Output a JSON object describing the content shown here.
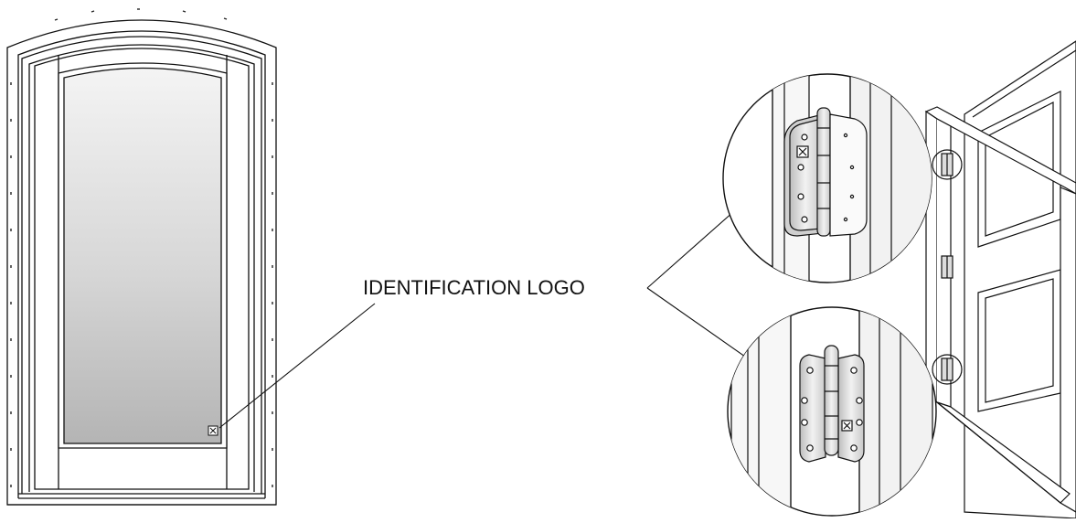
{
  "callout": {
    "label": "IDENTIFICATION LOGO"
  },
  "colors": {
    "line": "#111111",
    "glass_top": "#f2f2f2",
    "glass_bottom": "#b8b8b8",
    "hinge_fill": "#dcdcdc",
    "background": "#ffffff"
  },
  "figures": {
    "left": "arched-door-front-view",
    "right": "open-door-hinge-view",
    "details": [
      "top-hinge-detail-circle",
      "bottom-hinge-detail-circle"
    ]
  }
}
